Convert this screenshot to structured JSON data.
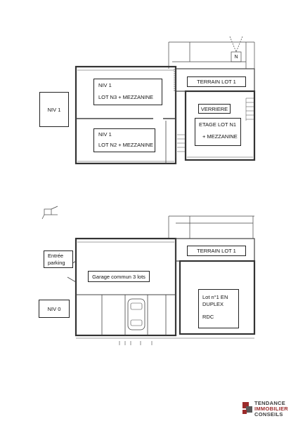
{
  "upper_plan": {
    "level_box": "NIV 1",
    "north_mark": "N",
    "lot3": {
      "line1": "NIV 1",
      "line2": "LOT N3 + MEZZANINE"
    },
    "lot2": {
      "line1": "NIV 1",
      "line2": "LOT N2 + MEZZANINE"
    },
    "terrain": "TERRAIN LOT 1",
    "verriere": "VERRIERE",
    "lot1": {
      "line1": "ETAGE LOT N1",
      "line2": "+ MEZZANINE"
    }
  },
  "lower_plan": {
    "entry": {
      "line1": "Entrée",
      "line2": "parking"
    },
    "level_box": "NIV 0",
    "terrain": "TERRAIN LOT 1",
    "garage": "Garage commun 3 lots",
    "lot1": {
      "line1": "Lot n°1 EN",
      "line2": "DUPLEX",
      "line3": "RDC"
    }
  },
  "logo": {
    "word1": "TENDANCE",
    "word2": "IMMOBILIER",
    "word3": "CONSEILS",
    "accent_color": "#9b2a2a",
    "dark_color": "#3c3c3c"
  }
}
